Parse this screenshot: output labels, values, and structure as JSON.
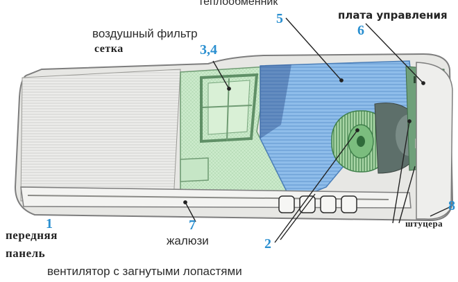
{
  "labels": {
    "heat_exchanger": "теплообменник",
    "control_board": "плата управления",
    "air_filter": "воздушный фильтр",
    "mesh": "сетка",
    "front_panel_line1": "передняя",
    "front_panel_line2": "панель",
    "louvers": "жалюзи",
    "fittings": "штуцера",
    "fan": "вентилятор с загнутыми лопастями"
  },
  "numbers": {
    "front_panel": "1",
    "fan": "2",
    "filter_mesh": "3,4",
    "heat_exchanger": "5",
    "control_board": "6",
    "louvers": "7",
    "fittings": "8"
  },
  "colors": {
    "number_blue": "#2a8fd0",
    "filter_green": "#bfe6c3",
    "exchanger_blue": "#7fb3e6",
    "body_grey": "#e6e6e2",
    "board_green": "#6fa07a"
  }
}
